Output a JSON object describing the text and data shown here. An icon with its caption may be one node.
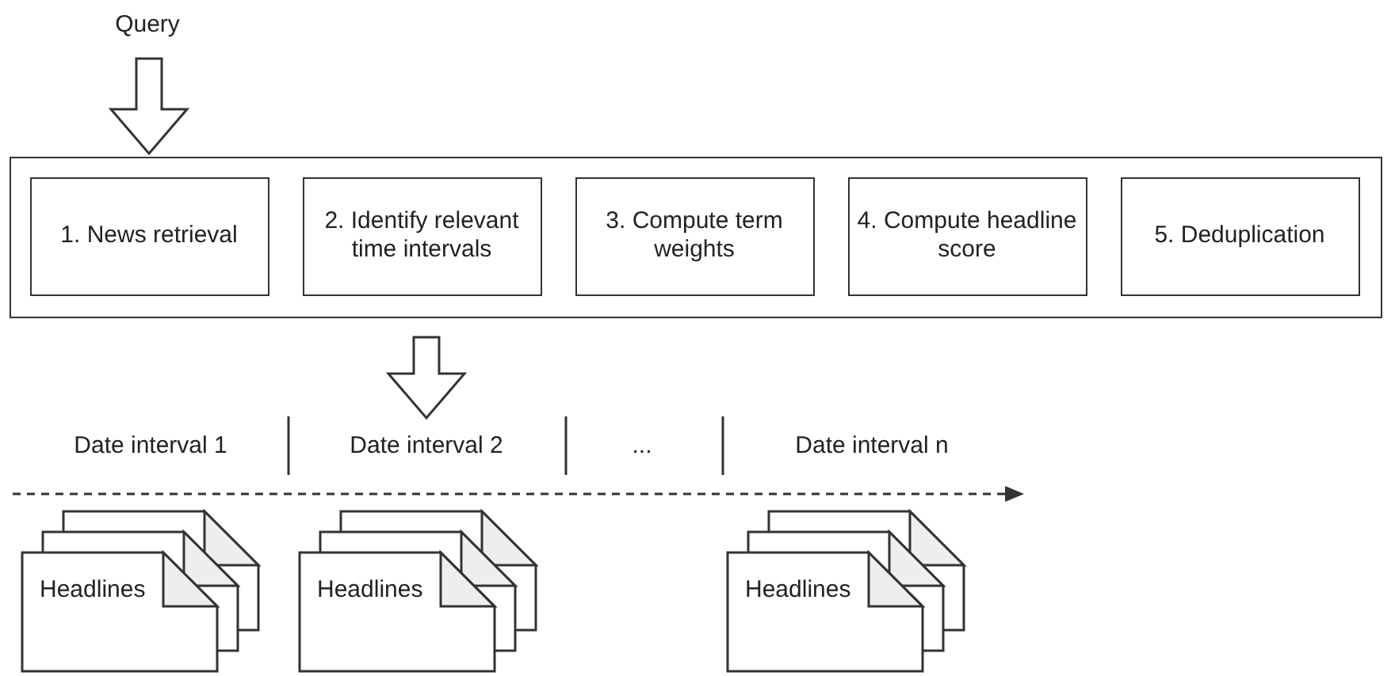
{
  "diagram": {
    "nodes": [
      {
        "text": [
          "Query"
        ]
      },
      {
        "text": [],
        "shape": "box"
      },
      {
        "text": [
          "1. News retrieval"
        ],
        "in": 1
      },
      {
        "text": [
          "2. Identify relevant time intervals"
        ],
        "in": 1
      },
      {
        "text": [
          "3. Compute term weights"
        ],
        "in": 1
      },
      {
        "text": [
          "4. Compute headline score"
        ],
        "in": 1
      },
      {
        "text": [
          "5. Deduplication"
        ],
        "in": 1
      },
      {
        "text": [
          "Date interval 1"
        ]
      },
      {
        "text": [
          "Date interval 2"
        ]
      },
      {
        "text": [
          "..."
        ]
      },
      {
        "text": [
          "Date interval n"
        ]
      },
      {
        "text": [
          "Headlines"
        ]
      },
      {
        "text": [
          "Headlines"
        ]
      },
      {
        "text": [
          "Headlines"
        ]
      }
    ],
    "edges": [
      {
        "from": 0,
        "to": 1,
        "arrow": "to"
      },
      {
        "from": 1,
        "to": 8,
        "arrow": "to"
      }
    ]
  }
}
